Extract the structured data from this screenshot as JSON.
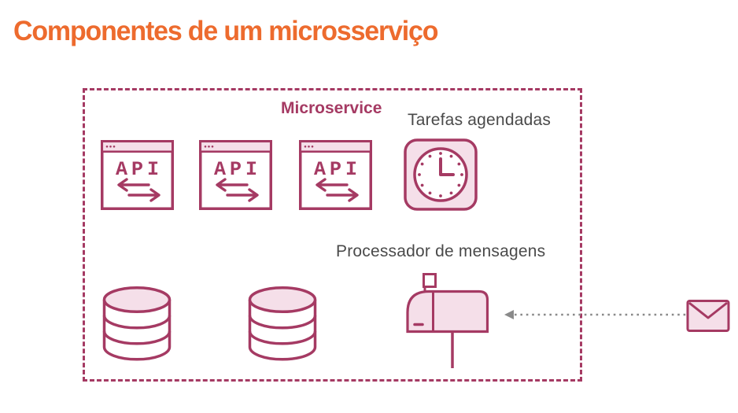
{
  "title": "Componentes de um microsserviço",
  "colors": {
    "accent_orange": "#ED6B2E",
    "diagram_pink": "#A53A63",
    "light_pink": "#F5DFE9",
    "label_gray": "#4A4A4A",
    "arrow_gray": "#8A8A8A"
  },
  "diagram": {
    "container_label": "Microservice",
    "scheduled_tasks_label": "Tarefas agendadas",
    "message_processor_label": "Processador de mensagens",
    "api_windows": [
      {
        "label": "API"
      },
      {
        "label": "API"
      },
      {
        "label": "API"
      }
    ],
    "icons": {
      "api": "api-window-icon",
      "clock": "clock-icon",
      "database": "database-icon",
      "mailbox": "mailbox-icon",
      "envelope": "envelope-icon",
      "incoming_arrow": "dotted-arrow-left-icon"
    }
  }
}
